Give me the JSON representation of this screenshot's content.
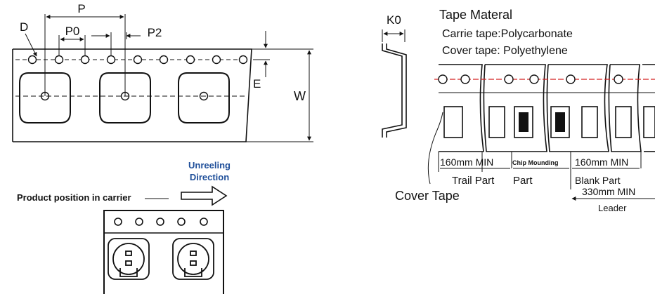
{
  "dims": {
    "d": "D",
    "p": "P",
    "p0": "P0",
    "p2": "P2",
    "e": "E",
    "w": "W",
    "k0": "K0"
  },
  "material": {
    "title": "Tape Materal",
    "carrier": "Carrie tape:Polycarbonate",
    "cover": "Cover tape: Polyethylene"
  },
  "sections": {
    "trail_length": "160mm MIN",
    "chip_mounting": "Chip Mounding",
    "blank_length": "160mm MIN",
    "trail_part": "Trail Part",
    "part": "Part",
    "blank_part": "Blank Part",
    "leader_length": "330mm MIN",
    "leader": "Leader"
  },
  "cover_tape": "Cover Tape",
  "unreel": {
    "line1": "Unreeling",
    "line2": "Direction"
  },
  "product_position": "Product position in carrier",
  "colors": {
    "line": "#111111",
    "accent_blue": "#1f4f9a",
    "red": "#d42020"
  }
}
